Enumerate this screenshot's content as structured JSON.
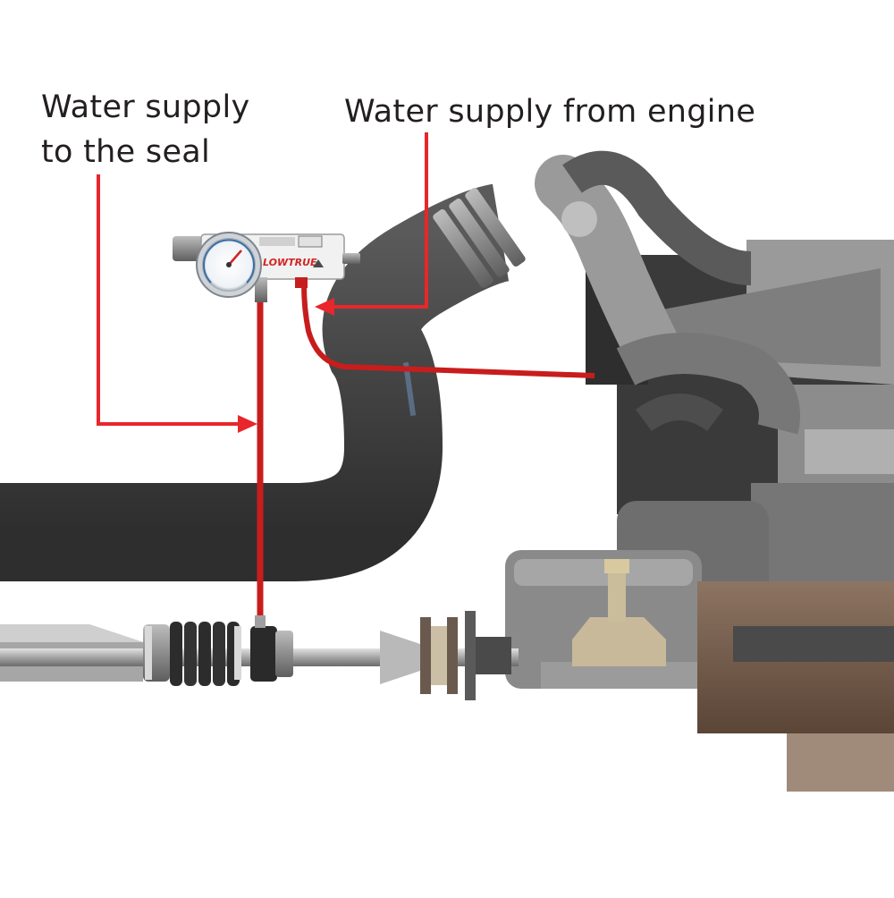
{
  "callouts": {
    "seal_line1": "Water supply",
    "seal_line2": "to the seal",
    "engine": "Water supply from engine"
  },
  "device": {
    "brand": "LOWTRUE"
  },
  "colors": {
    "callout_line": "#e8262b",
    "water_hose": "#c81d1d",
    "exhaust_hose": "#3f3f3f",
    "engine_metal": "#8a8a8a",
    "text": "#231f20"
  },
  "icons": [
    "pressure-gauge-icon",
    "arrow-right-icon",
    "arrow-left-icon"
  ]
}
